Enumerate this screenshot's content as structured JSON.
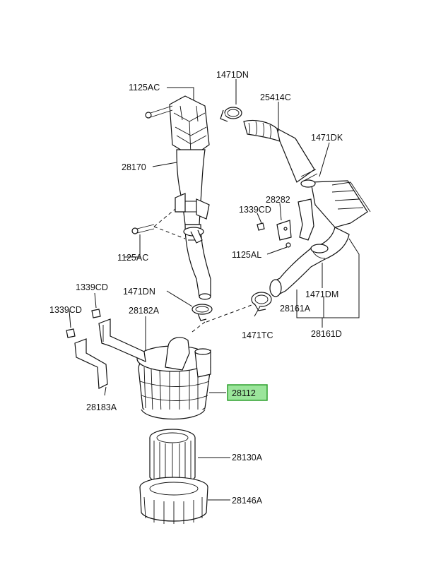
{
  "diagram": {
    "labels": {
      "p1125ac_top": "1125AC",
      "p28170": "28170",
      "p1125ac_bottom": "1125AC",
      "p1471dn_top": "1471DN",
      "p25414c": "25414C",
      "p1471dk": "1471DK",
      "p1339cd_mid": "1339CD",
      "p28282": "28282",
      "p1125al": "1125AL",
      "p1471dm": "1471DM",
      "p28161a": "28161A",
      "p28161d": "28161D",
      "p1339cd_left_top": "1339CD",
      "p1471dn_mid": "1471DN",
      "p1339cd_left": "1339CD",
      "p28182a": "28182A",
      "p1471tc": "1471TC",
      "p28183a": "28183A",
      "p28112": "28112",
      "p28130a": "28130A",
      "p28146a": "28146A"
    },
    "highlight_color": "#9be59b"
  }
}
